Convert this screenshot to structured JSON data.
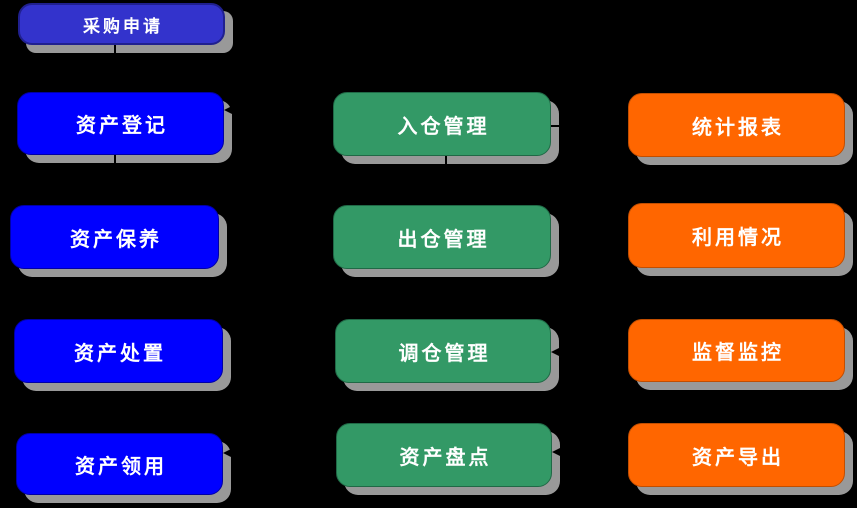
{
  "canvas": {
    "background": "#000000",
    "shadow_color": "#999999",
    "connector_color": "#000000",
    "text_color": "#FFFFFF"
  },
  "palette": {
    "header_blue": "#3333CC",
    "blue": "#0000FF",
    "green": "#339966",
    "orange": "#FF6600"
  },
  "nodes": {
    "purchase_request": {
      "label": "采购申请",
      "color": "#3333CC",
      "column": 1,
      "row": 0
    },
    "asset_registration": {
      "label": "资产登记",
      "color": "#0000FF",
      "column": 1,
      "row": 1
    },
    "asset_maintenance": {
      "label": "资产保养",
      "color": "#0000FF",
      "column": 1,
      "row": 2
    },
    "asset_disposal": {
      "label": "资产处置",
      "color": "#0000FF",
      "column": 1,
      "row": 3
    },
    "asset_requisition": {
      "label": "资产领用",
      "color": "#0000FF",
      "column": 1,
      "row": 4
    },
    "inbound_management": {
      "label": "入仓管理",
      "color": "#339966",
      "column": 2,
      "row": 1
    },
    "outbound_management": {
      "label": "出仓管理",
      "color": "#339966",
      "column": 2,
      "row": 2
    },
    "transfer_management": {
      "label": "调仓管理",
      "color": "#339966",
      "column": 2,
      "row": 3
    },
    "asset_inventory": {
      "label": "资产盘点",
      "color": "#339966",
      "column": 2,
      "row": 4
    },
    "statistics_report": {
      "label": "统计报表",
      "color": "#FF6600",
      "column": 3,
      "row": 1
    },
    "utilization_status": {
      "label": "利用情况",
      "color": "#FF6600",
      "column": 3,
      "row": 2
    },
    "supervision_monitoring": {
      "label": "监督监控",
      "color": "#FF6600",
      "column": 3,
      "row": 3
    },
    "asset_export": {
      "label": "资产导出",
      "color": "#FF6600",
      "column": 3,
      "row": 4
    }
  },
  "connectors": [
    {
      "from": "purchase_request",
      "to": "asset_registration",
      "type": "vertical-line"
    },
    {
      "from": "asset_registration",
      "to": "asset_maintenance",
      "type": "vertical-line"
    },
    {
      "from": "inbound_management",
      "to": "outbound_management",
      "type": "vertical-line"
    },
    {
      "from": "inbound_management",
      "to": "asset_registration",
      "type": "arrow-left"
    },
    {
      "from": "inbound_management",
      "to": "statistics_report",
      "type": "arrow-right"
    },
    {
      "from": "supervision_monitoring",
      "to": "transfer_management",
      "type": "arrow-left"
    },
    {
      "from": "asset_export",
      "to": "asset_inventory",
      "type": "arrow-left"
    },
    {
      "from": "asset_inventory",
      "to": "asset_requisition",
      "type": "arrow-left"
    }
  ]
}
